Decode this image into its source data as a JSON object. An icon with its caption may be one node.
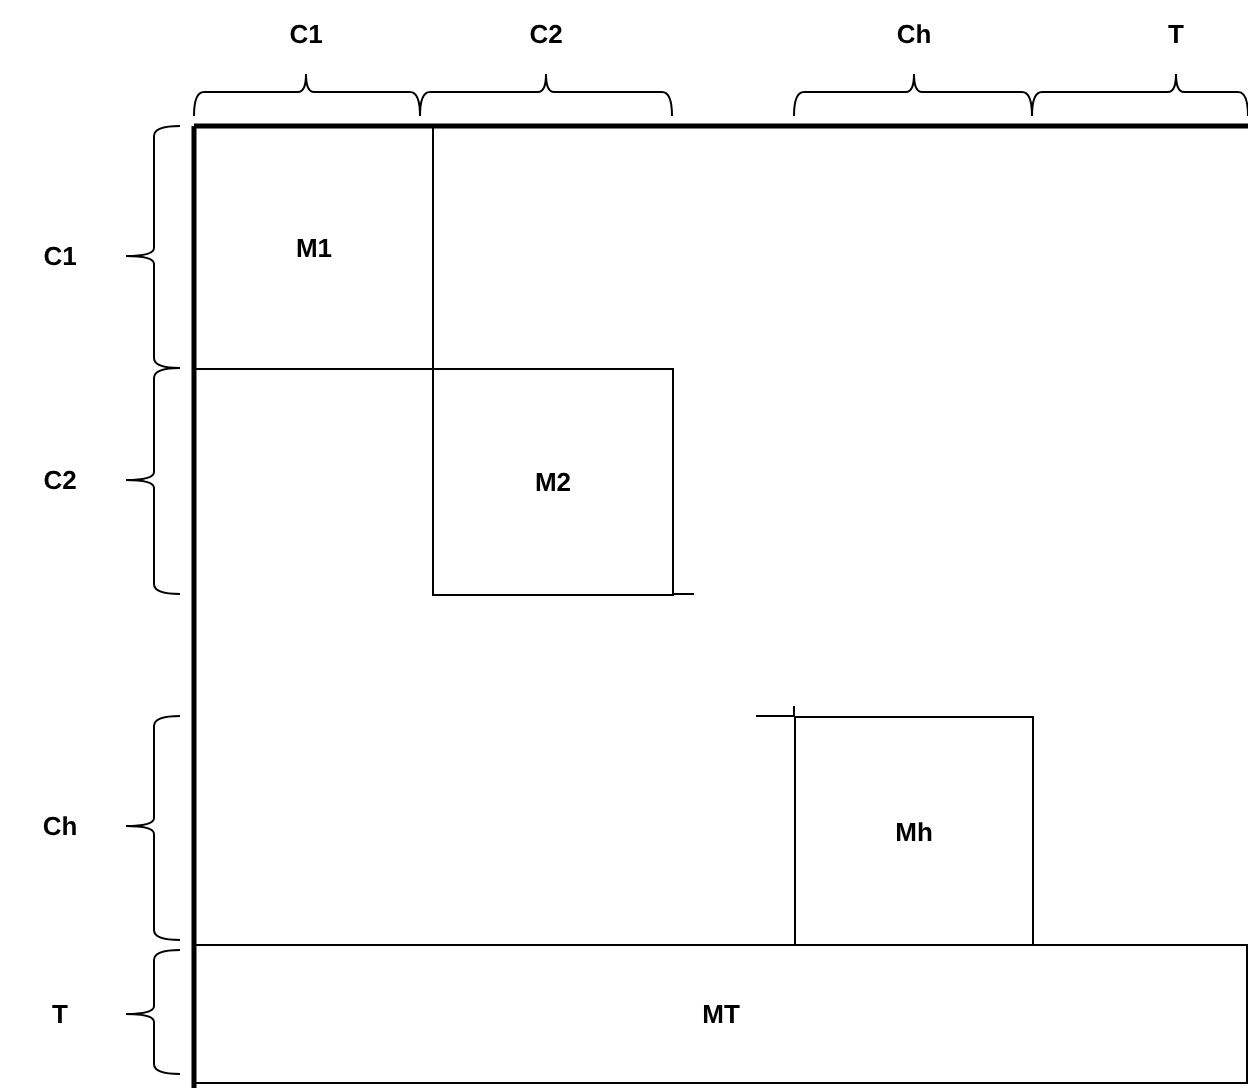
{
  "diagram": {
    "nodes": [
      {
        "text": [
          "M1"
        ]
      },
      {
        "text": [
          "M2"
        ]
      },
      {
        "text": [
          "Mh"
        ]
      },
      {
        "text": [
          "MT"
        ]
      }
    ],
    "labels": [
      "C1",
      "C2",
      "Ch",
      "T",
      "C1",
      "C2",
      "Ch",
      "T"
    ]
  }
}
